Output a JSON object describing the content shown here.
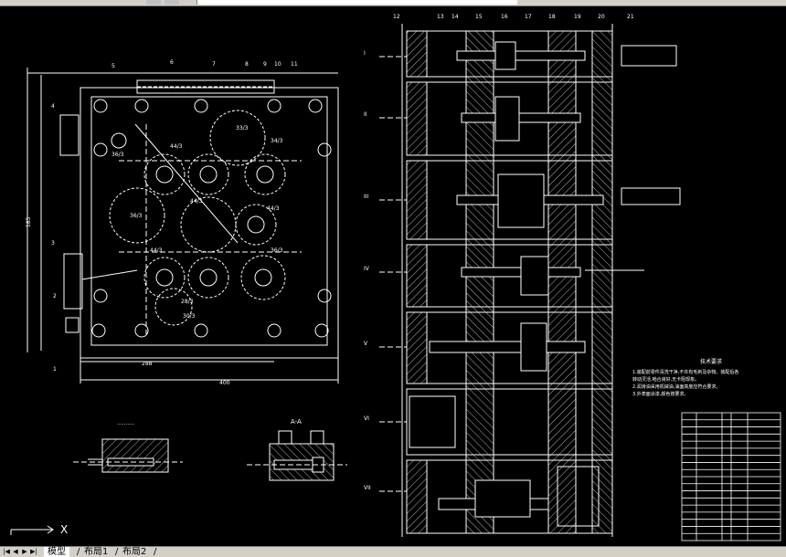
{
  "toolbar": {
    "command_text": "·····························"
  },
  "tabs": {
    "nav_first": "|◀",
    "nav_prev": "◀",
    "nav_next": "▶",
    "nav_last": "▶|",
    "items": [
      {
        "label": "模型"
      },
      {
        "label": "布局1"
      },
      {
        "label": "布局2"
      }
    ]
  },
  "ucs": {
    "x_label": "X"
  },
  "drawing": {
    "left_view": {
      "dims": {
        "width": "400",
        "sub_width": "288",
        "height": "185"
      },
      "gear_labels": [
        "33/3",
        "34/3",
        "36/3",
        "44/3",
        "44/3",
        "36/3",
        "44/3",
        "44/3",
        "36/3",
        "28/3",
        "30/3"
      ],
      "callouts": [
        "1",
        "2",
        "3",
        "4",
        "5",
        "6",
        "7",
        "8",
        "9",
        "10",
        "11"
      ]
    },
    "section_view": {
      "title": "A-A",
      "left_title": "··········"
    },
    "right_view": {
      "row_labels": [
        "I",
        "II",
        "III",
        "IV",
        "V",
        "VI",
        "VII"
      ],
      "top_callouts": [
        "12",
        "13",
        "14",
        "15",
        "16",
        "17",
        "18",
        "19",
        "20",
        "21"
      ]
    },
    "notes": {
      "title": "技术要求",
      "lines": [
        "1.装配前零件清洗干净,不许有毛刺及杂物。装配后各",
        "转动灵活,啮合良好,无卡阻现象。",
        "2.润滑油采用机械油,油面高度应符合要求。",
        "3.外表面涂漆,颜色按要求。"
      ]
    },
    "title_block": {
      "rows": 18
    }
  },
  "colors": {
    "background": "#000000",
    "line": "#ffffff",
    "hatch": "#ffffff",
    "ui_bg": "#d4d0c8"
  }
}
